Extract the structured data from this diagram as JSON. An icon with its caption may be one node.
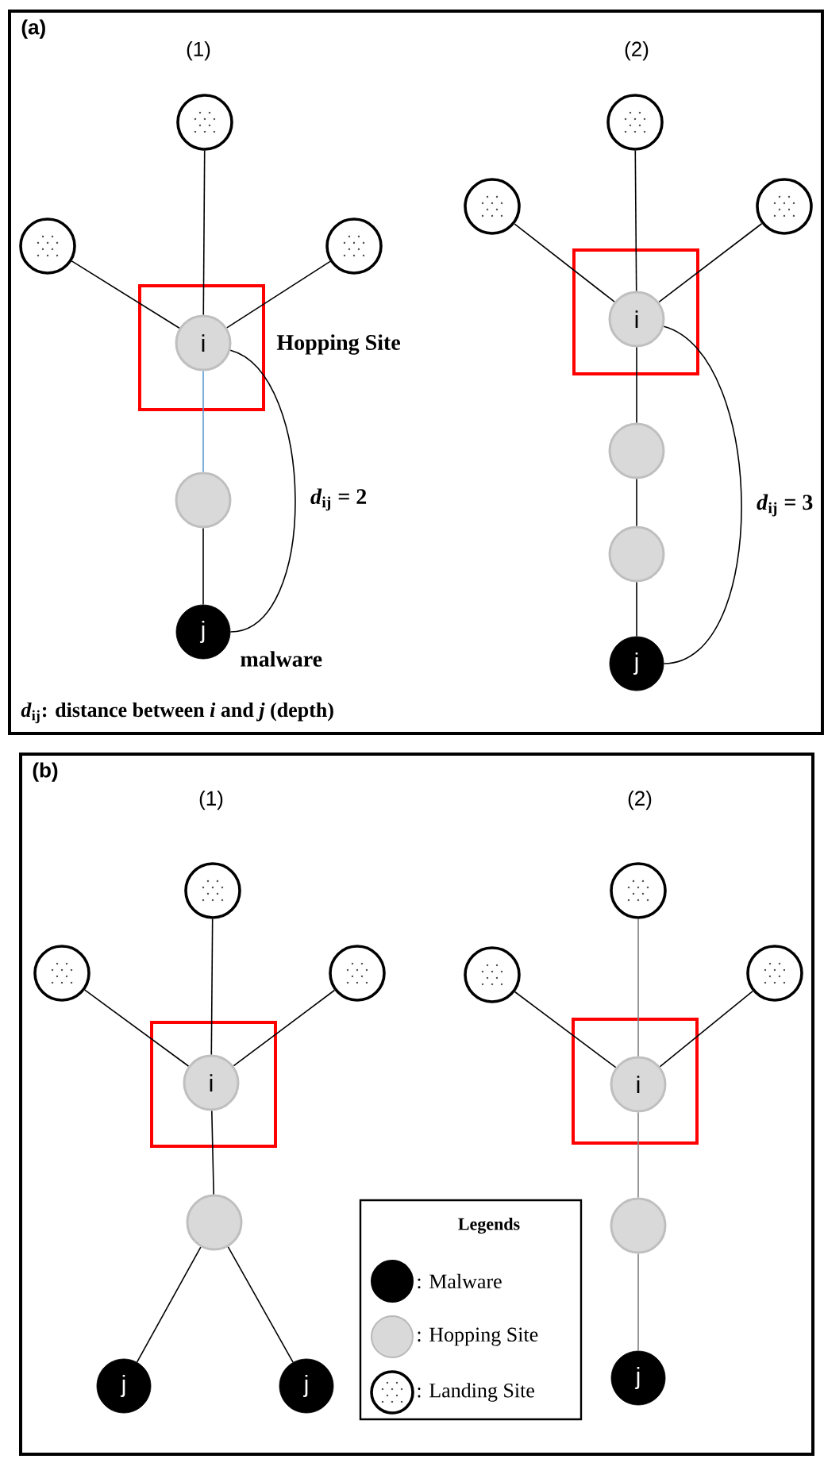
{
  "diagram": {
    "nodes": [
      {
        "text": [
          "(a)"
        ]
      },
      {
        "text": [],
        "shape": "circle",
        "in": 0
      },
      {
        "text": [],
        "shape": "circle",
        "in": 0
      },
      {
        "text": [],
        "shape": "circle",
        "in": 0
      },
      {
        "text": [],
        "shape": "box",
        "in": 0,
        "beside": [
          "Hopping Site"
        ]
      },
      {
        "text": [
          "i"
        ],
        "in": 4
      },
      {
        "text": [],
        "shape": "circle",
        "in": 0
      },
      {
        "text": [
          "j"
        ],
        "in": 0,
        "beside": [
          "malware"
        ]
      },
      {
        "text": [],
        "shape": "circle",
        "in": 0
      },
      {
        "text": [],
        "shape": "circle",
        "in": 0
      },
      {
        "text": [],
        "shape": "circle",
        "in": 0
      },
      {
        "text": [],
        "shape": "box",
        "in": 0
      },
      {
        "text": [
          "i"
        ],
        "in": 11
      },
      {
        "text": [],
        "shape": "circle",
        "in": 0
      },
      {
        "text": [],
        "shape": "circle",
        "in": 0
      },
      {
        "text": [
          "j"
        ],
        "in": 0
      },
      {
        "text": [
          "(b)"
        ]
      },
      {
        "text": [],
        "shape": "circle",
        "in": 16
      },
      {
        "text": [],
        "shape": "circle",
        "in": 16
      },
      {
        "text": [],
        "shape": "circle",
        "in": 16
      },
      {
        "text": [],
        "shape": "box",
        "in": 16
      },
      {
        "text": [
          "i"
        ],
        "in": 20
      },
      {
        "text": [],
        "shape": "circle",
        "in": 16
      },
      {
        "text": [
          "j"
        ],
        "in": 16
      },
      {
        "text": [
          "j"
        ],
        "in": 16
      },
      {
        "text": [],
        "shape": "circle",
        "in": 16
      },
      {
        "text": [],
        "shape": "circle",
        "in": 16
      },
      {
        "text": [],
        "shape": "circle",
        "in": 16
      },
      {
        "text": [],
        "shape": "box",
        "in": 16
      },
      {
        "text": [
          "i"
        ],
        "in": 28
      },
      {
        "text": [],
        "shape": "circle",
        "in": 16
      },
      {
        "text": [
          "j"
        ],
        "in": 16
      }
    ],
    "edges": [
      {
        "from": 1,
        "to": 5,
        "arrow": "none"
      },
      {
        "from": 2,
        "to": 5,
        "arrow": "none"
      },
      {
        "from": 3,
        "to": 5,
        "arrow": "none"
      },
      {
        "from": 5,
        "to": 6,
        "arrow": "none",
        "color": "#5b9bd5"
      },
      {
        "from": 6,
        "to": 7,
        "arrow": "none"
      },
      {
        "from": 5,
        "to": 7,
        "arrow": "none",
        "label": "*d*$_{ij}$ = 2"
      },
      {
        "from": 8,
        "to": 12,
        "arrow": "none"
      },
      {
        "from": 9,
        "to": 12,
        "arrow": "none"
      },
      {
        "from": 10,
        "to": 12,
        "arrow": "none"
      },
      {
        "from": 12,
        "to": 13,
        "arrow": "none"
      },
      {
        "from": 13,
        "to": 14,
        "arrow": "none"
      },
      {
        "from": 14,
        "to": 15,
        "arrow": "none"
      },
      {
        "from": 12,
        "to": 15,
        "arrow": "none",
        "label": "*d*$_{ij}$ = 3"
      },
      {
        "from": 17,
        "to": 21,
        "arrow": "none"
      },
      {
        "from": 18,
        "to": 21,
        "arrow": "none"
      },
      {
        "from": 19,
        "to": 21,
        "arrow": "none"
      },
      {
        "from": 21,
        "to": 22,
        "arrow": "none"
      },
      {
        "from": 22,
        "to": 23,
        "arrow": "none"
      },
      {
        "from": 22,
        "to": 24,
        "arrow": "none"
      },
      {
        "from": 25,
        "to": 29,
        "arrow": "none",
        "color": "#808080"
      },
      {
        "from": 26,
        "to": 29,
        "arrow": "none"
      },
      {
        "from": 27,
        "to": 29,
        "arrow": "none"
      },
      {
        "from": 29,
        "to": 30,
        "arrow": "none",
        "color": "#808080"
      },
      {
        "from": 30,
        "to": 31,
        "arrow": "none",
        "color": "#808080"
      }
    ],
    "labels": [
      "(1)",
      "(2)",
      "*d*$_{ij}$: distance between *i* and *j* (depth)",
      "(1)",
      "(2)",
      "Legends"
    ],
    "legend": [
      {
        "text": ": Malware",
        "color": "#000000"
      },
      {
        "text": ": Hopping Site",
        "color": "#d9d9d9"
      },
      {
        "text": ": Landing Site"
      }
    ]
  }
}
